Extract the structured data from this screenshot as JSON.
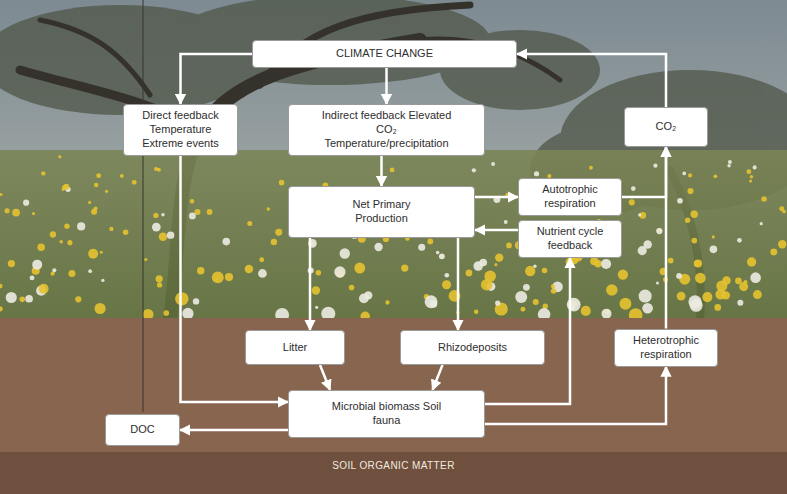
{
  "diagram": {
    "nodes": [
      {
        "text": [
          "CLIMATE CHANGE"
        ]
      },
      {
        "text": [
          "Direct feedback Temperature Extreme events"
        ]
      },
      {
        "text": [
          "Indirect feedback Elevated CO₂ Temperature/precipitation"
        ]
      },
      {
        "text": [
          "CO₂"
        ]
      },
      {
        "text": [
          "Net Primary Production"
        ]
      },
      {
        "text": [
          "Autotrophic respiration"
        ]
      },
      {
        "text": [
          "Nutrient cycle feedback"
        ]
      },
      {
        "text": [
          "Litter"
        ]
      },
      {
        "text": [
          "Rhizodeposits"
        ]
      },
      {
        "text": [
          "Heterotrophic respiration"
        ]
      },
      {
        "text": [
          "Microbial biomass Soil fauna"
        ]
      },
      {
        "text": [
          "DOC"
        ]
      }
    ],
    "edges": [
      {
        "from": 0,
        "to": 1,
        "arrow": "to"
      },
      {
        "from": 0,
        "to": 2,
        "arrow": "to"
      },
      {
        "from": 3,
        "to": 0,
        "arrow": "to"
      },
      {
        "from": 1,
        "to": 10,
        "arrow": "to"
      },
      {
        "from": 2,
        "to": 4,
        "arrow": "to"
      },
      {
        "from": 4,
        "to": 5,
        "arrow": "to"
      },
      {
        "from": 5,
        "to": 3,
        "arrow": "to"
      },
      {
        "from": 6,
        "to": 4,
        "arrow": "to"
      },
      {
        "from": 10,
        "to": 6,
        "arrow": "to"
      },
      {
        "from": 4,
        "to": 7,
        "arrow": "to"
      },
      {
        "from": 4,
        "to": 8,
        "arrow": "to"
      },
      {
        "from": 7,
        "to": 10,
        "arrow": "to"
      },
      {
        "from": 8,
        "to": 10,
        "arrow": "to"
      },
      {
        "from": 10,
        "to": 9,
        "arrow": "to"
      },
      {
        "from": 10,
        "to": 11,
        "arrow": "to"
      },
      {
        "from": 9,
        "to": 3,
        "arrow": "to"
      }
    ],
    "labels": [
      "SOIL ORGANIC MATTER"
    ]
  }
}
